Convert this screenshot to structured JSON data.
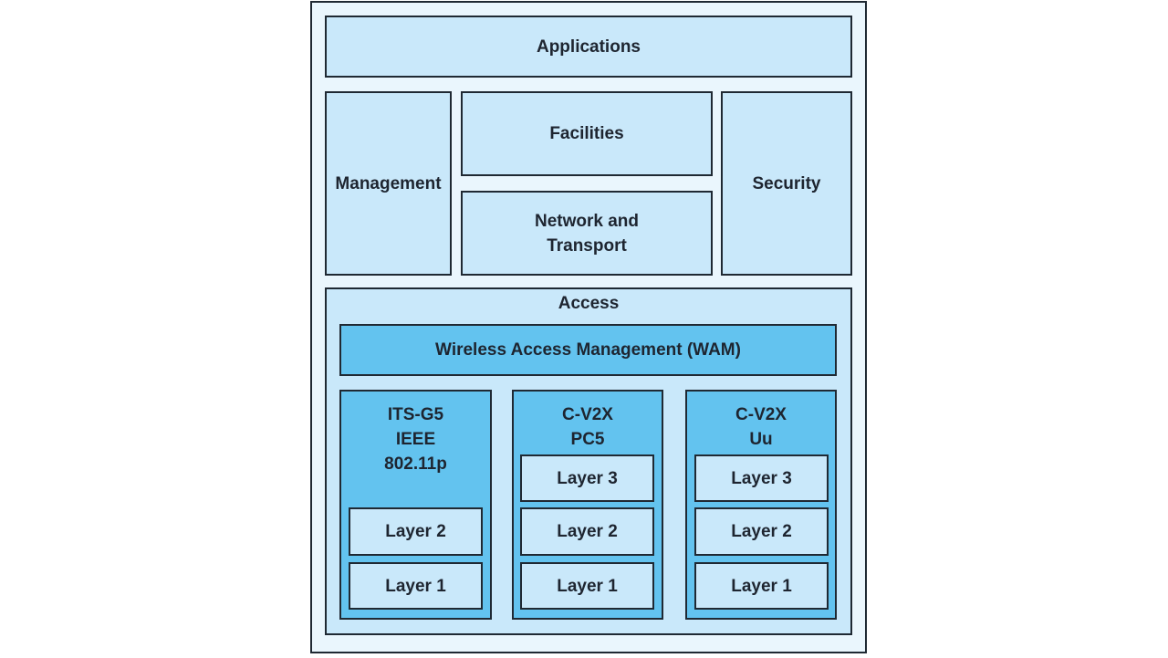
{
  "diagram": {
    "applications": "Applications",
    "management": "Management",
    "facilities": "Facilities",
    "network_transport": "Network and\nTransport",
    "security": "Security",
    "access": "Access",
    "wam": "Wireless Access Management (WAM)",
    "columns": [
      {
        "title": "ITS-G5\nIEEE\n802.11p",
        "layers": [
          "Layer 2",
          "Layer 1"
        ]
      },
      {
        "title": "C-V2X\nPC5",
        "layers": [
          "Layer 3",
          "Layer 2",
          "Layer 1"
        ]
      },
      {
        "title": "C-V2X\nUu",
        "layers": [
          "Layer 3",
          "Layer 2",
          "Layer 1"
        ]
      }
    ]
  },
  "colors": {
    "background": "#eaf6fd",
    "light_block": "#c9e8fa",
    "medium_block": "#63c3ef",
    "border": "#1f2933"
  }
}
